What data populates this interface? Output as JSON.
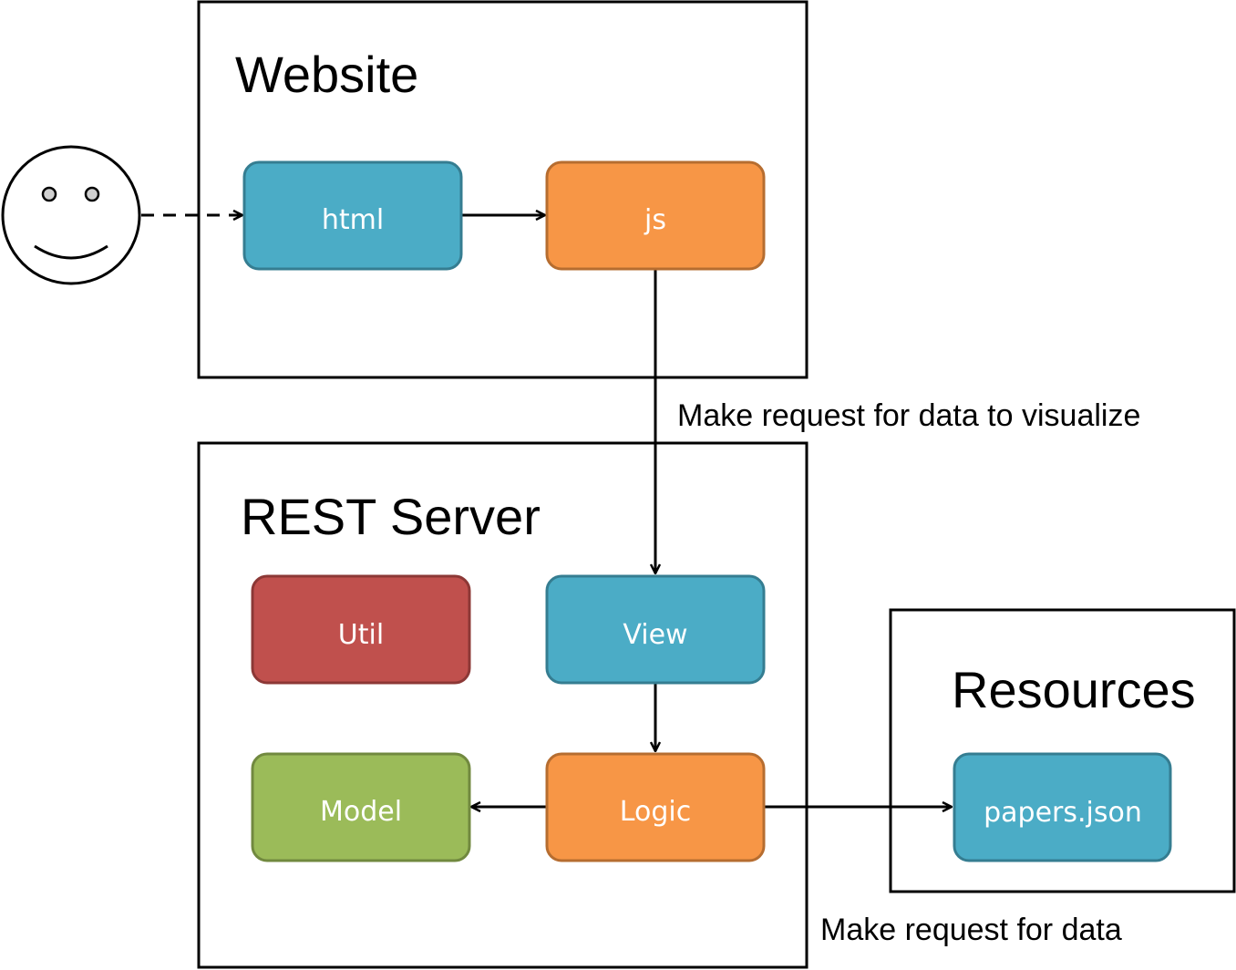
{
  "containers": {
    "website": {
      "title": "Website"
    },
    "rest_server": {
      "title": "REST Server"
    },
    "resources": {
      "title": "Resources"
    }
  },
  "nodes": {
    "html": {
      "label": "html",
      "fill": "#4bacc6",
      "stroke": "#357d91"
    },
    "js": {
      "label": "js",
      "fill": "#f79646",
      "stroke": "#b66d30"
    },
    "util": {
      "label": "Util",
      "fill": "#c0504d",
      "stroke": "#8c3836"
    },
    "view": {
      "label": "View",
      "fill": "#4bacc6",
      "stroke": "#357d91"
    },
    "model": {
      "label": "Model",
      "fill": "#9bbb59",
      "stroke": "#71893f"
    },
    "logic": {
      "label": "Logic",
      "fill": "#f79646",
      "stroke": "#b66d30"
    },
    "papers": {
      "label": "papers.json",
      "fill": "#4bacc6",
      "stroke": "#357d91"
    }
  },
  "edge_labels": {
    "js_to_view": "Make request for data to visualize",
    "logic_to_papers": "Make request for data"
  },
  "actor": {
    "icon": "smiley-face-icon"
  }
}
